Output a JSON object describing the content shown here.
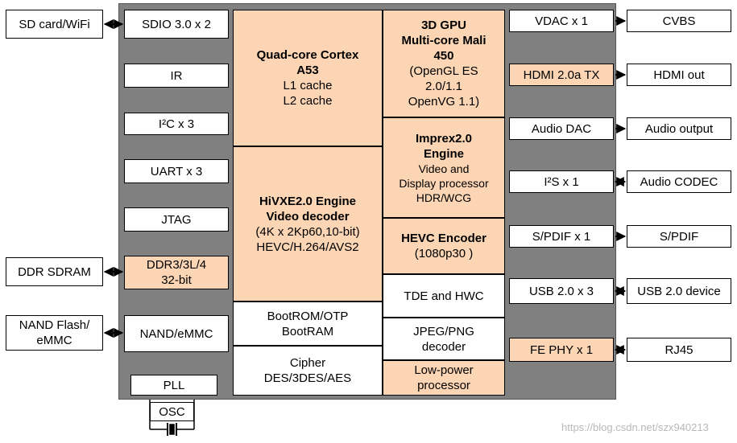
{
  "external_left": {
    "sd_wifi": "SD card/WiFi",
    "ddr_sdram": "DDR SDRAM",
    "nand_emmc": "NAND Flash/\neMMC"
  },
  "left_column": {
    "sdio": "SDIO 3.0 x 2",
    "ir": "IR",
    "i2c": "I²C x 3",
    "uart": "UART x 3",
    "jtag": "JTAG",
    "ddr": "DDR3/3L/4\n32-bit",
    "nand": "NAND/eMMC",
    "pll": "PLL"
  },
  "osc": "OSC",
  "center_left": {
    "cpu_title": "Quad-core Cortex\nA53",
    "cpu_sub": "L1 cache\nL2 cache",
    "vdec_title": "HiVXE2.0 Engine\nVideo decoder",
    "vdec_sub": "(4K x 2Kp60,10-bit)\nHEVC/H.264/AVS2",
    "bootrom": "BootROM/OTP\nBootRAM",
    "cipher": "Cipher\nDES/3DES/AES"
  },
  "center_right": {
    "gpu_title": "3D GPU\nMulti-core Mali\n450",
    "gpu_sub": "(OpenGL ES\n2.0/1.1\nOpenVG 1.1)",
    "imprex_title": "Imprex2.0\nEngine",
    "imprex_sub": "Video and\nDisplay processor\nHDR/WCG",
    "hevc_title": "HEVC Encoder",
    "hevc_sub": "(1080p30 )",
    "tde": "TDE and HWC",
    "jpeg": "JPEG/PNG\ndecoder",
    "lowpower": "Low-power\nprocessor"
  },
  "right_column": {
    "vdac": "VDAC x 1",
    "hdmi_tx": "HDMI 2.0a TX",
    "audio_dac": "Audio DAC",
    "i2s": "I²S x 1",
    "spdif": "S/PDIF x 1",
    "usb": "USB 2.0 x 3",
    "fe_phy": "FE PHY x 1"
  },
  "external_right": {
    "cvbs": "CVBS",
    "hdmi_out": "HDMI out",
    "audio_output": "Audio output",
    "audio_codec": "Audio CODEC",
    "spdif": "S/PDIF",
    "usb_device": "USB 2.0 device",
    "rj45": "RJ45"
  },
  "watermark": "https://blog.csdn.net/szx940213"
}
